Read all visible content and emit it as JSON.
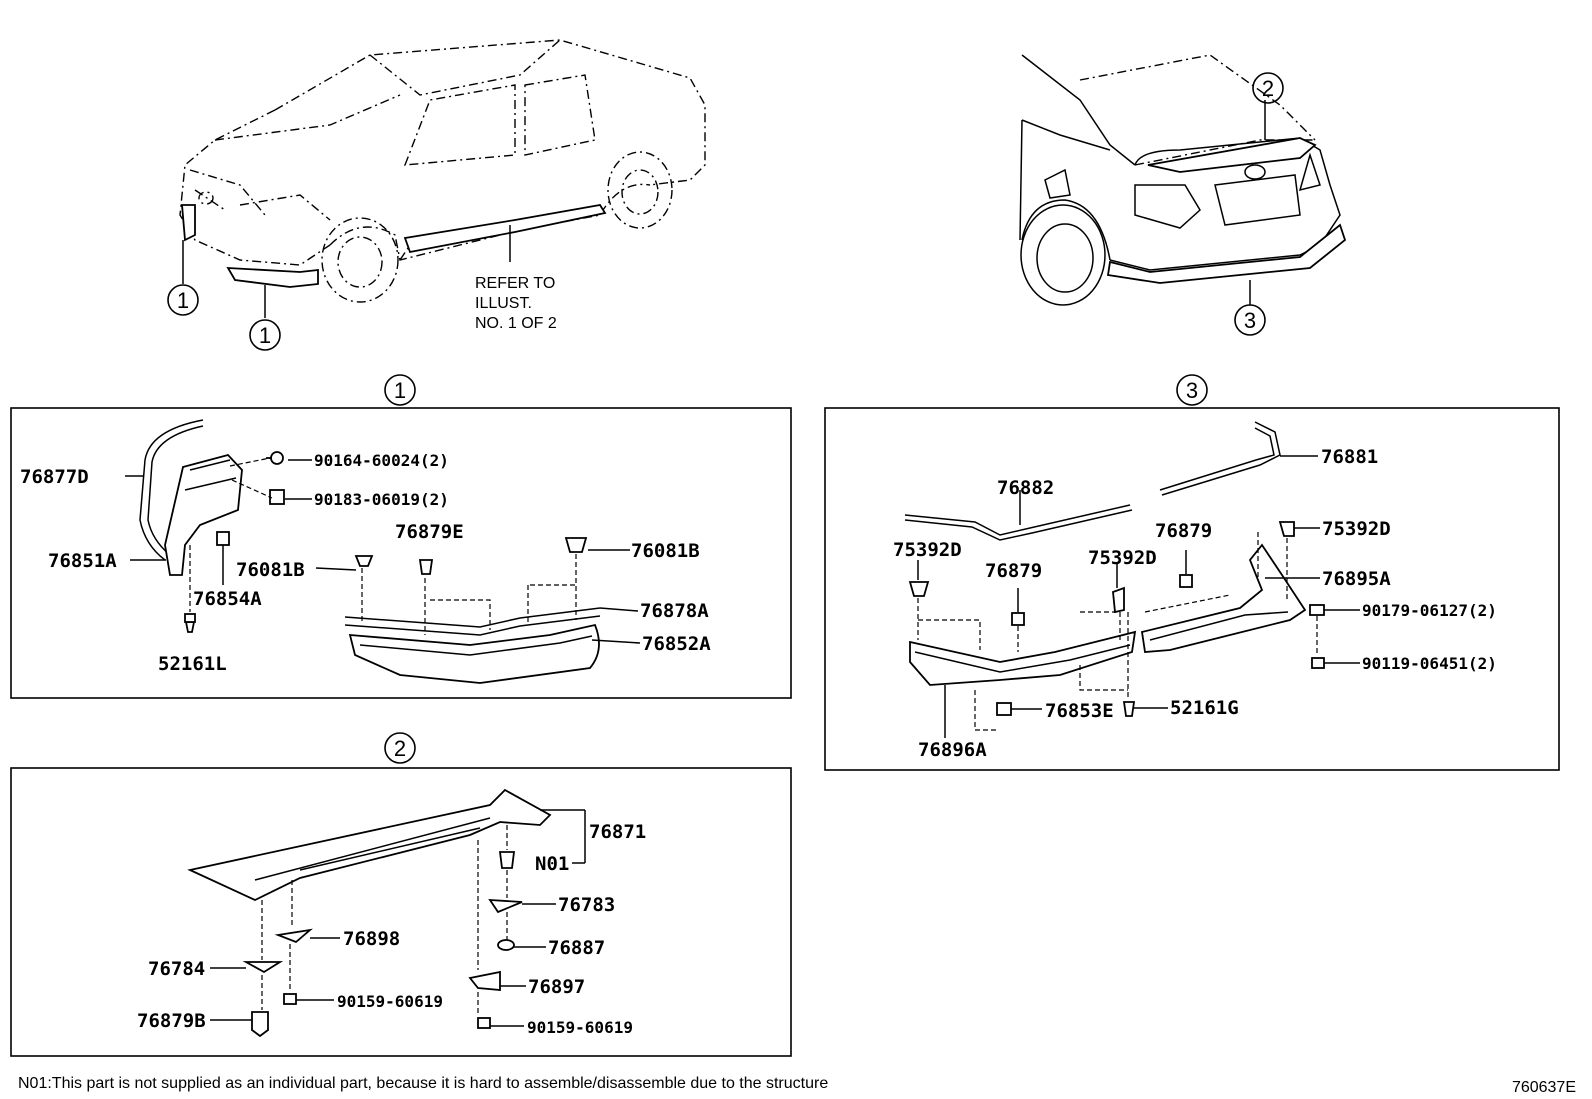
{
  "callout_labels": {
    "one": "1",
    "two": "2",
    "three": "3"
  },
  "refer_note": {
    "line1": "REFER TO",
    "line2": "ILLUST.",
    "line3": "NO. 1 OF 2"
  },
  "panel1": {
    "title": "1",
    "parts": {
      "p76877D": "76877D",
      "p90164": "90164-60024(2)",
      "p90183": "90183-06019(2)",
      "p76851A": "76851A",
      "p76879E": "76879E",
      "p76081B_right": "76081B",
      "p76081B_left": "76081B",
      "p76854A": "76854A",
      "p76878A": "76878A",
      "p76852A": "76852A",
      "p52161L": "52161L"
    }
  },
  "panel2": {
    "title": "2",
    "parts": {
      "p76871": "76871",
      "pN01": "N01",
      "p76783": "76783",
      "p76898": "76898",
      "p76887": "76887",
      "p76784": "76784",
      "p76897": "76897",
      "p90159_left": "90159-60619",
      "p76879B": "76879B",
      "p90159_right": "90159-60619"
    }
  },
  "panel3": {
    "title": "3",
    "parts": {
      "p76881": "76881",
      "p76882": "76882",
      "p75392D_right": "75392D",
      "p76879_mid": "76879",
      "p75392D_left": "75392D",
      "p75392D_center": "75392D",
      "p76879_left": "76879",
      "p76895A": "76895A",
      "p90179": "90179-06127(2)",
      "p90119": "90119-06451(2)",
      "p76853E": "76853E",
      "p52161G": "52161G",
      "p76896A": "76896A"
    }
  },
  "footnote": "N01:This part is not supplied as an individual part, because it is hard to assemble/disassemble due to the structure",
  "diagram_id": "760637E"
}
